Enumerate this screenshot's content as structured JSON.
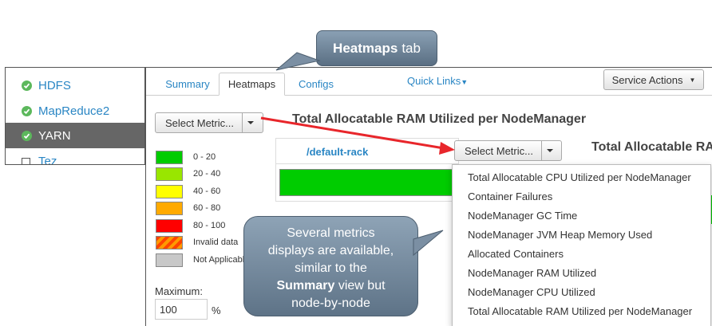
{
  "sidebar": {
    "items": [
      {
        "label": "HDFS",
        "status": "ok"
      },
      {
        "label": "MapReduce2",
        "status": "ok"
      },
      {
        "label": "YARN",
        "status": "ok",
        "active": true
      },
      {
        "label": "Tez",
        "status": "client"
      }
    ]
  },
  "tabs": [
    {
      "label": "Summary"
    },
    {
      "label": "Heatmaps",
      "active": true
    },
    {
      "label": "Configs"
    }
  ],
  "quick_links": "Quick Links",
  "service_actions": "Service Actions",
  "select_metric_label": "Select Metric...",
  "heatmap_title": "Total Allocatable RAM Utilized per NodeManager",
  "heatmap_title_right": "Total Allocatable RA",
  "legend": [
    {
      "label": "0 - 20",
      "color": "#00cc00"
    },
    {
      "label": "20 - 40",
      "color": "#99e600"
    },
    {
      "label": "40 - 60",
      "color": "#ffff00"
    },
    {
      "label": "60 - 80",
      "color": "#ffaa00"
    },
    {
      "label": "80 - 100",
      "color": "#ff0000"
    },
    {
      "label": "Invalid data",
      "color": "#ff5500"
    },
    {
      "label": "Not Applicable",
      "color": "#c8c8c8"
    }
  ],
  "maximum": {
    "label": "Maximum:",
    "value": "100",
    "unit": "%"
  },
  "rack": {
    "name": "/default-rack",
    "fill_color": "#00cc00"
  },
  "metric_options": [
    "Total Allocatable CPU Utilized per NodeManager",
    "Container Failures",
    "NodeManager GC Time",
    "NodeManager JVM Heap Memory Used",
    "Allocated Containers",
    "NodeManager RAM Utilized",
    "NodeManager CPU Utilized",
    "Total Allocatable RAM Utilized per NodeManager"
  ],
  "callouts": {
    "tab": {
      "bold": "Heatmaps",
      "rest": "tab"
    },
    "metrics": {
      "line1": "Several metrics",
      "line2": "displays are available,",
      "line3": "similar to the",
      "line4_bold": "Summary",
      "line4_rest": " view but",
      "line5": "node-by-node"
    }
  },
  "colors": {
    "accent": "#2a86c4",
    "active_sidebar": "#666666",
    "arrow": "#e8262b",
    "callout": "#6f8499"
  }
}
